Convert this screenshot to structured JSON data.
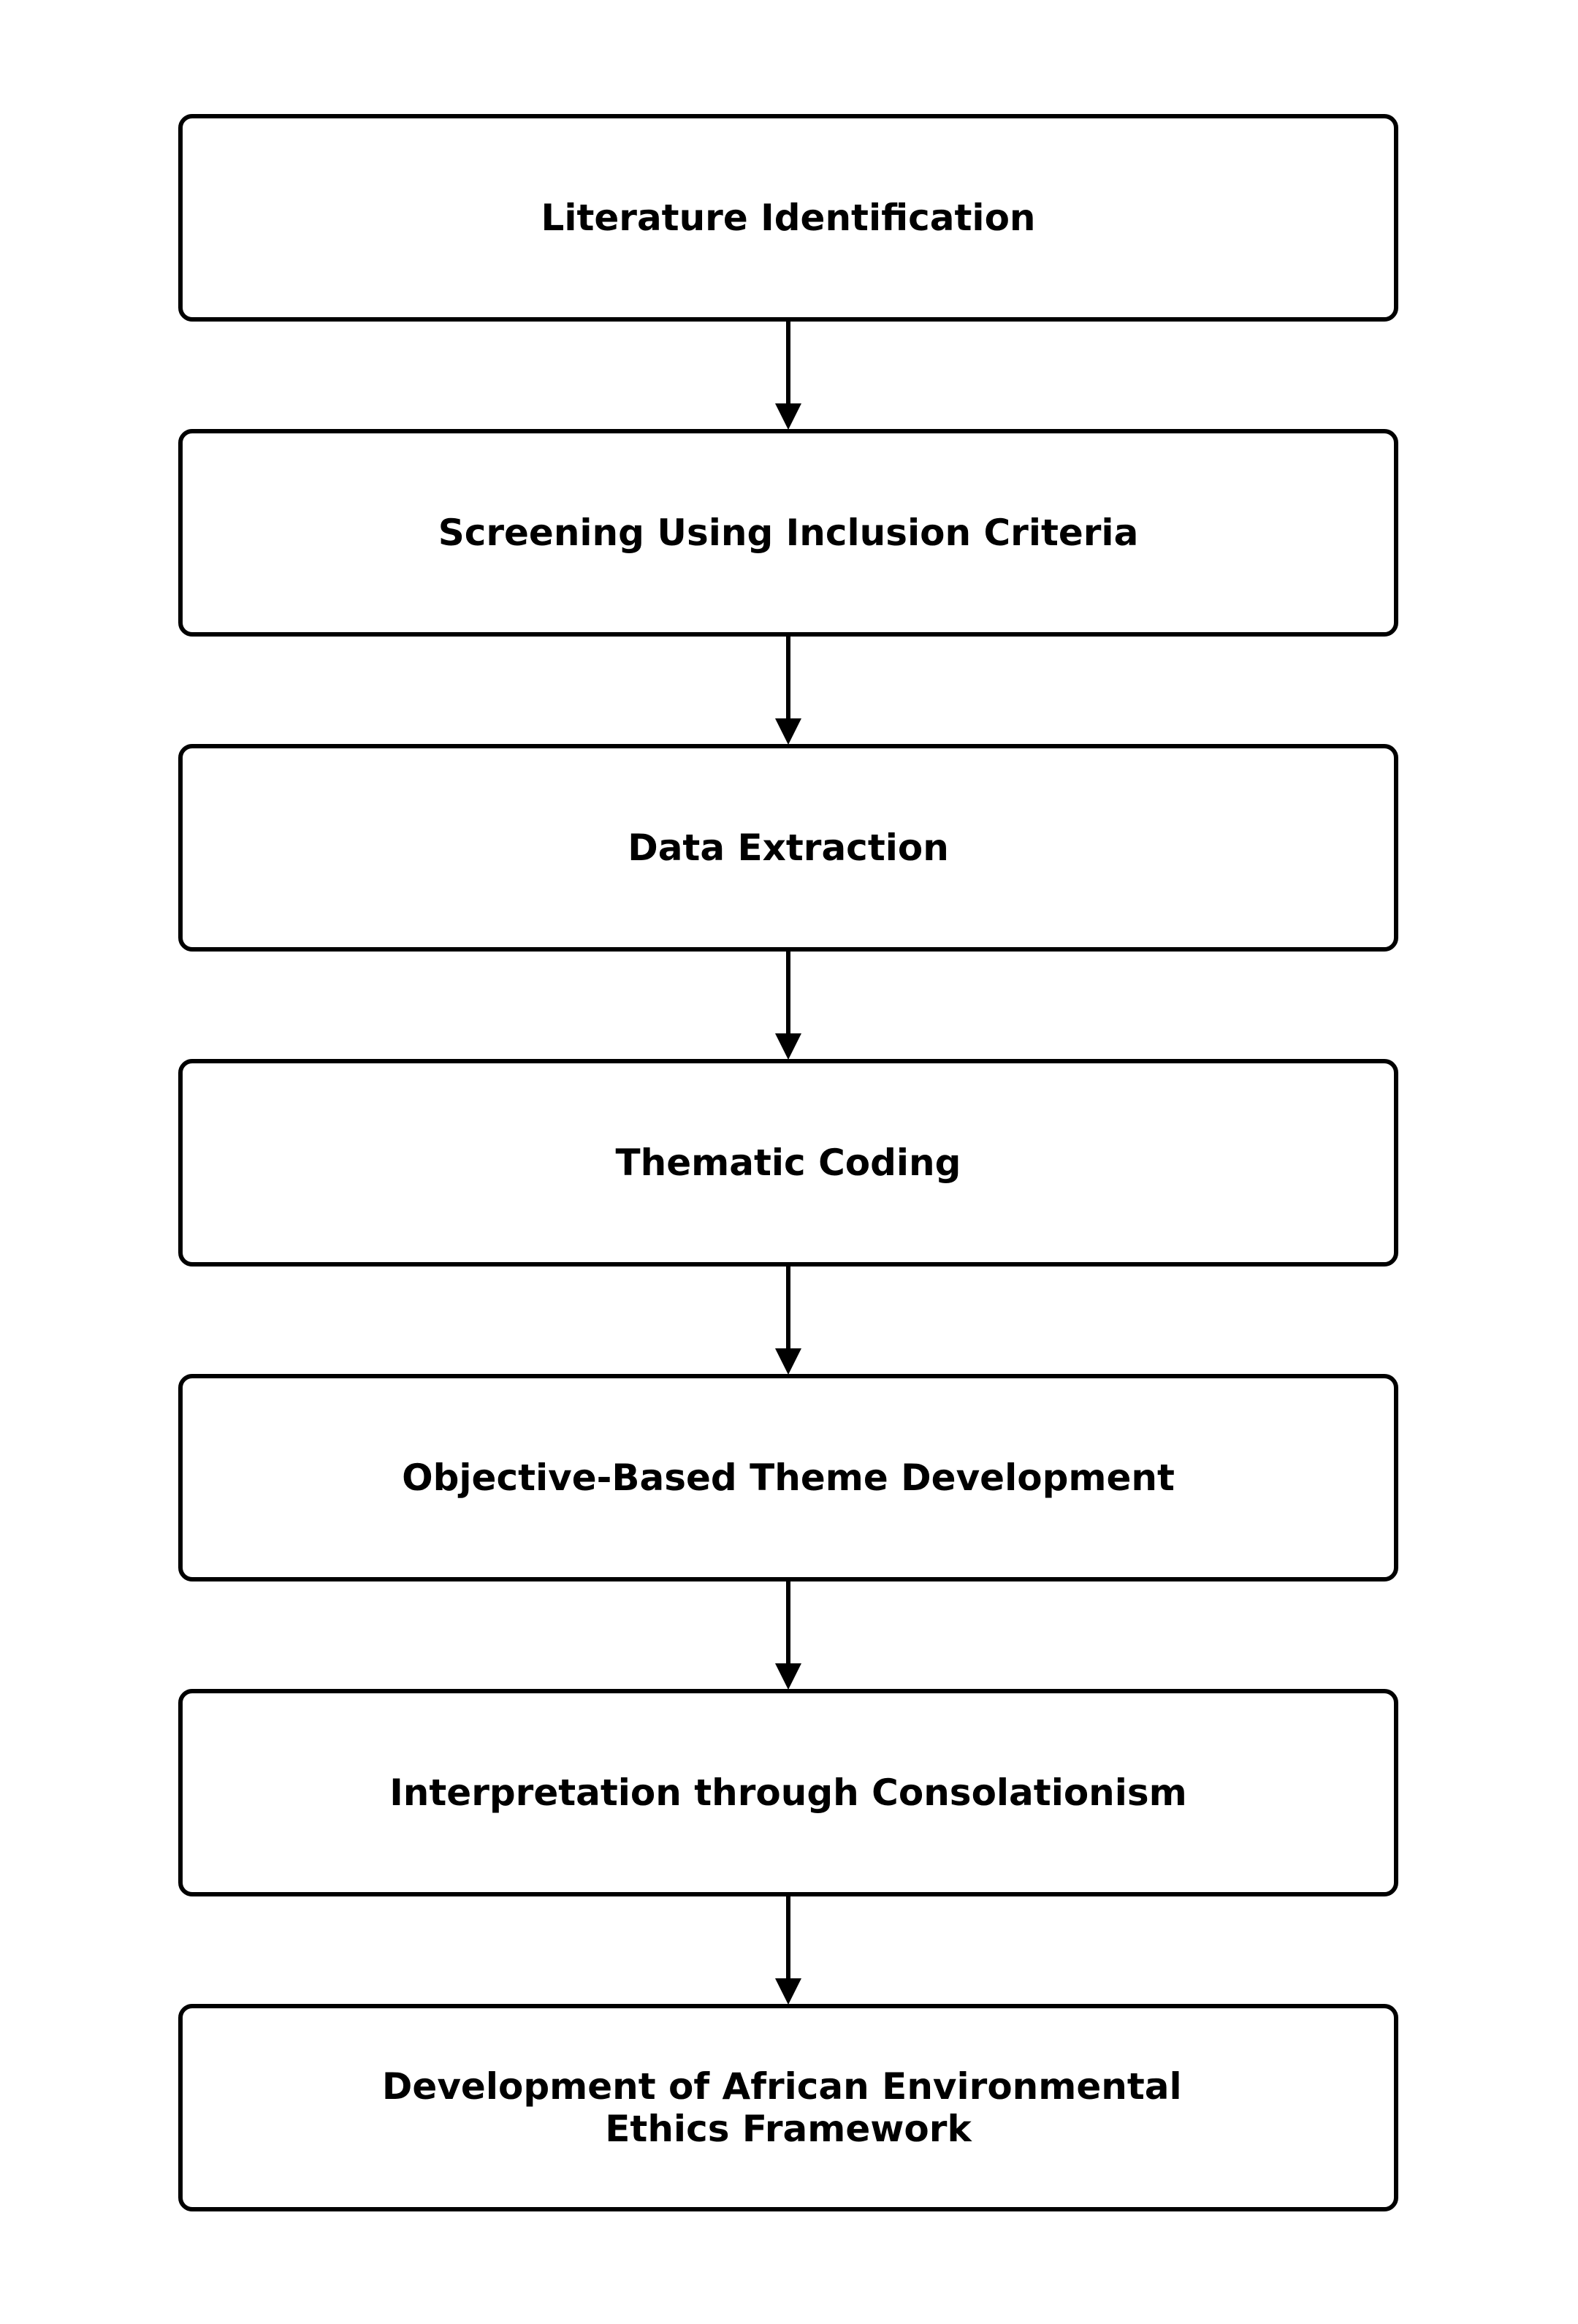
{
  "steps": [
    {
      "id": "literature-identification",
      "lines": [
        "Literature Identification"
      ]
    },
    {
      "id": "screening",
      "lines": [
        "Screening Using Inclusion Criteria"
      ]
    },
    {
      "id": "data-extraction",
      "lines": [
        "Data Extraction"
      ]
    },
    {
      "id": "thematic-coding",
      "lines": [
        "Thematic Coding"
      ]
    },
    {
      "id": "theme-development",
      "lines": [
        "Objective-Based Theme Development"
      ]
    },
    {
      "id": "interpretation",
      "lines": [
        "Interpretation through Consolationism"
      ]
    },
    {
      "id": "framework-development",
      "lines": [
        "Development of African Environmental",
        "Ethics Framework"
      ]
    }
  ],
  "connections": [
    {
      "from": "literature-identification",
      "to": "screening"
    },
    {
      "from": "screening",
      "to": "data-extraction"
    },
    {
      "from": "data-extraction",
      "to": "thematic-coding"
    },
    {
      "from": "thematic-coding",
      "to": "theme-development"
    },
    {
      "from": "theme-development",
      "to": "interpretation"
    },
    {
      "from": "interpretation",
      "to": "framework-development"
    }
  ],
  "colors": {
    "box_fill": "#ffffff",
    "stroke": "#000000",
    "text": "#000000"
  }
}
